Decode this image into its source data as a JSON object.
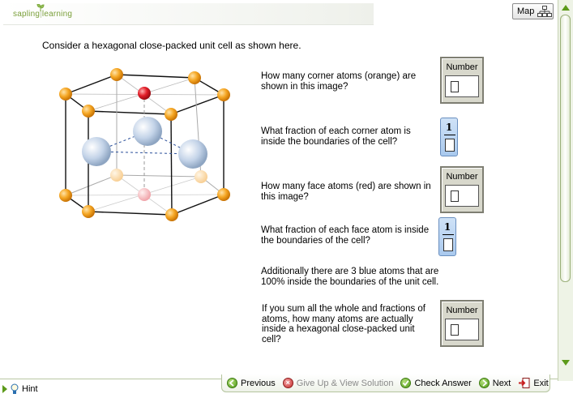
{
  "header": {
    "logo_text_left": "sapling",
    "logo_separator": "|",
    "logo_text_right": "learning",
    "map_label": "Map"
  },
  "question": {
    "prompt": "Consider a hexagonal close-packed unit cell as shown here.",
    "q1": "How many corner atoms (orange) are shown in this image?",
    "q2": "What fraction of each corner atom is inside the boundaries of the cell?",
    "q3": "How many face atoms (red) are shown in this image?",
    "q4": "What fraction of each face atom is inside the boundaries of the cell?",
    "note": "Additionally there are 3 blue atoms that are 100% inside the boundaries of the unit cell.",
    "q5": "If you sum all the whole and fractions of atoms, how many atoms are actually inside a hexagonal close-packed unit cell?"
  },
  "answers": {
    "number_label": "Number",
    "fraction_numerator": "1"
  },
  "figure": {
    "atom_colors": {
      "corner": "#f2a020",
      "face": "#e0202a",
      "interior": "#b8cde6"
    }
  },
  "bottom_bar": {
    "hint": "Hint",
    "previous": "Previous",
    "give_up": "Give Up & View Solution",
    "check_answer": "Check Answer",
    "next": "Next",
    "exit": "Exit"
  },
  "colors": {
    "accent_green": "#5c9a1a",
    "number_box_bg": "#d8d8cc",
    "fraction_box_bg": "#b9d4f2"
  }
}
